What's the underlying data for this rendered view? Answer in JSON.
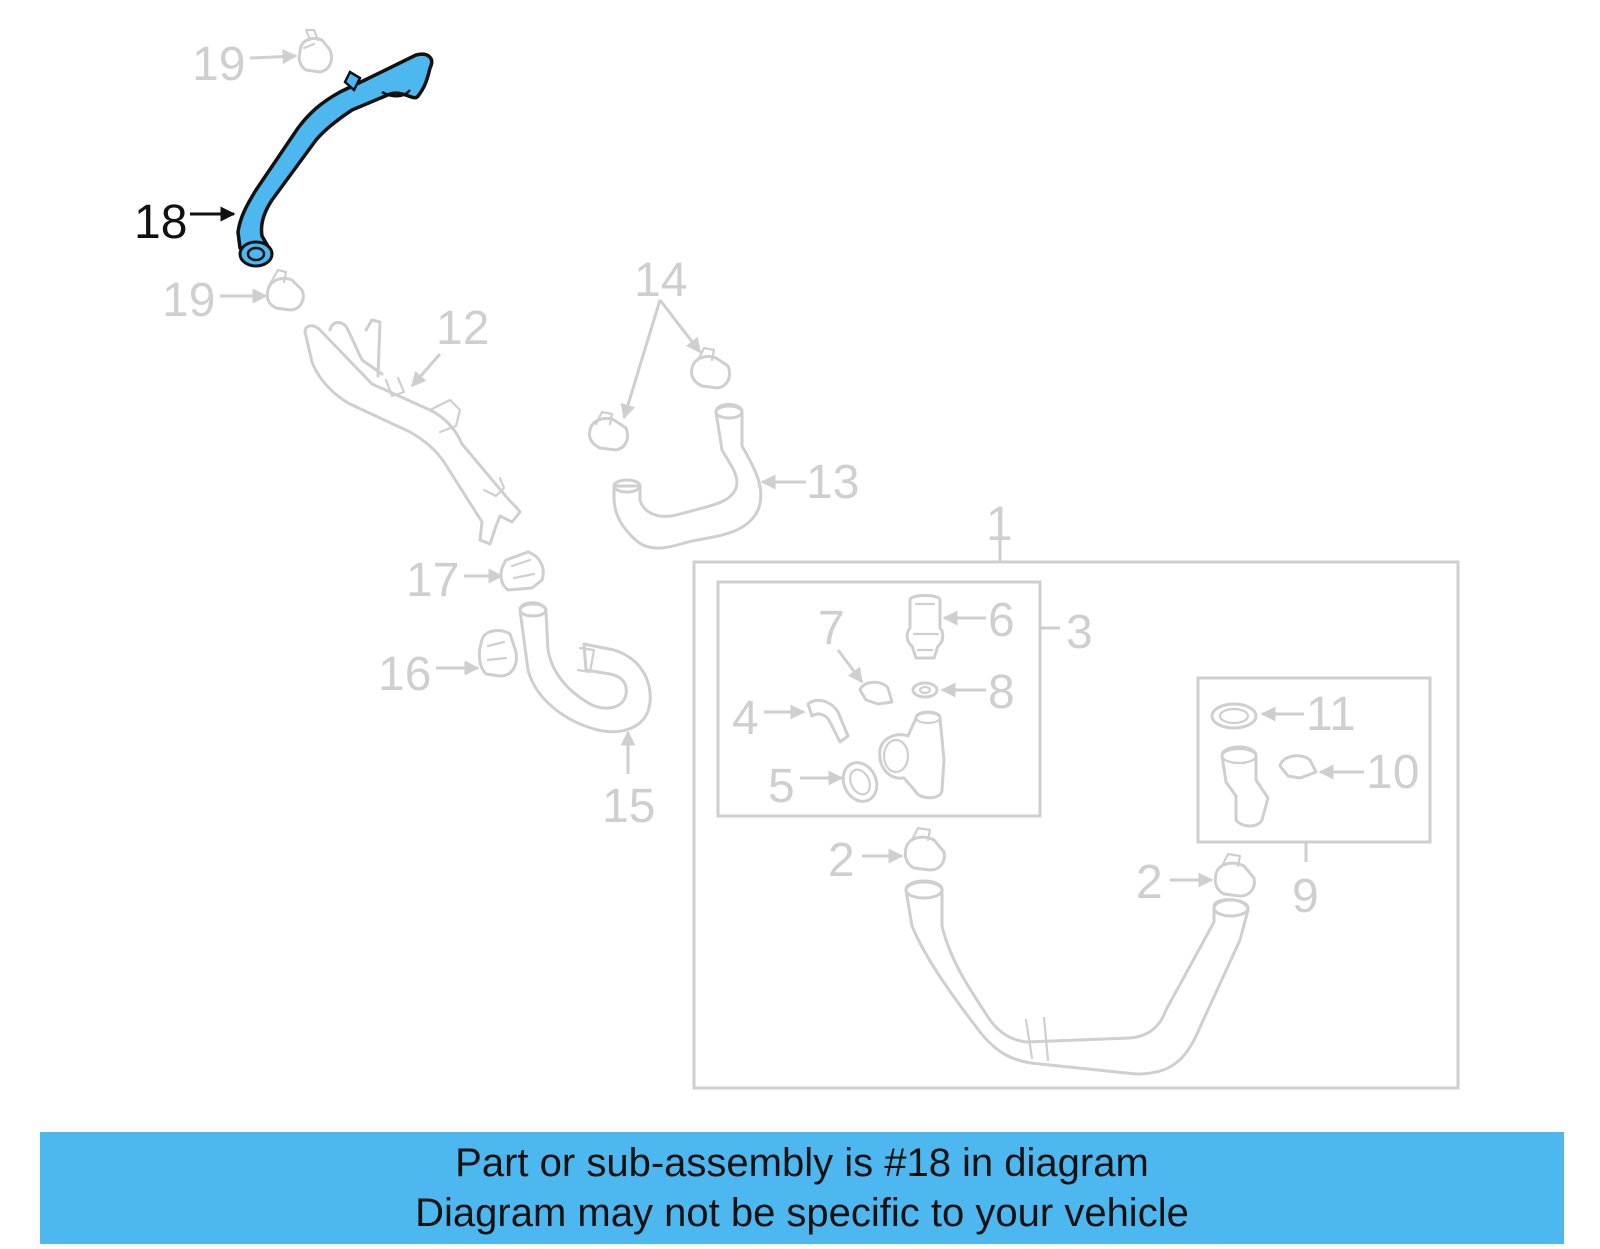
{
  "diagram": {
    "highlight_color": "#4db8f0",
    "part_color": "#cfcfcf",
    "highlighted_part": "18",
    "callouts": [
      "1",
      "2",
      "2",
      "3",
      "4",
      "5",
      "6",
      "7",
      "8",
      "9",
      "10",
      "11",
      "12",
      "13",
      "14",
      "15",
      "16",
      "17",
      "18",
      "19",
      "19"
    ]
  },
  "banner": {
    "line1": "Part or sub-assembly is #18 in diagram",
    "line2": "Diagram may not be specific to your vehicle"
  }
}
